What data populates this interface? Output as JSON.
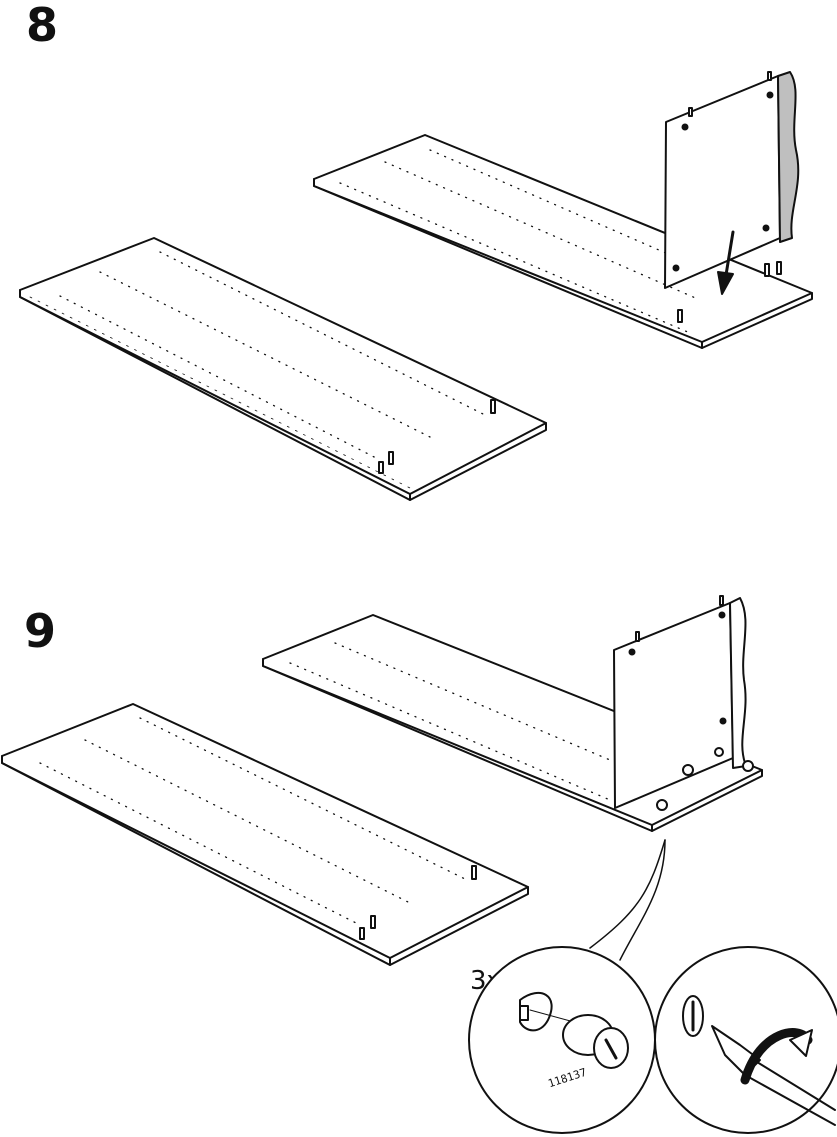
{
  "steps": [
    {
      "number": "8"
    },
    {
      "number": "9"
    }
  ],
  "detail": {
    "quantity": "3x",
    "part_number": "118137"
  }
}
